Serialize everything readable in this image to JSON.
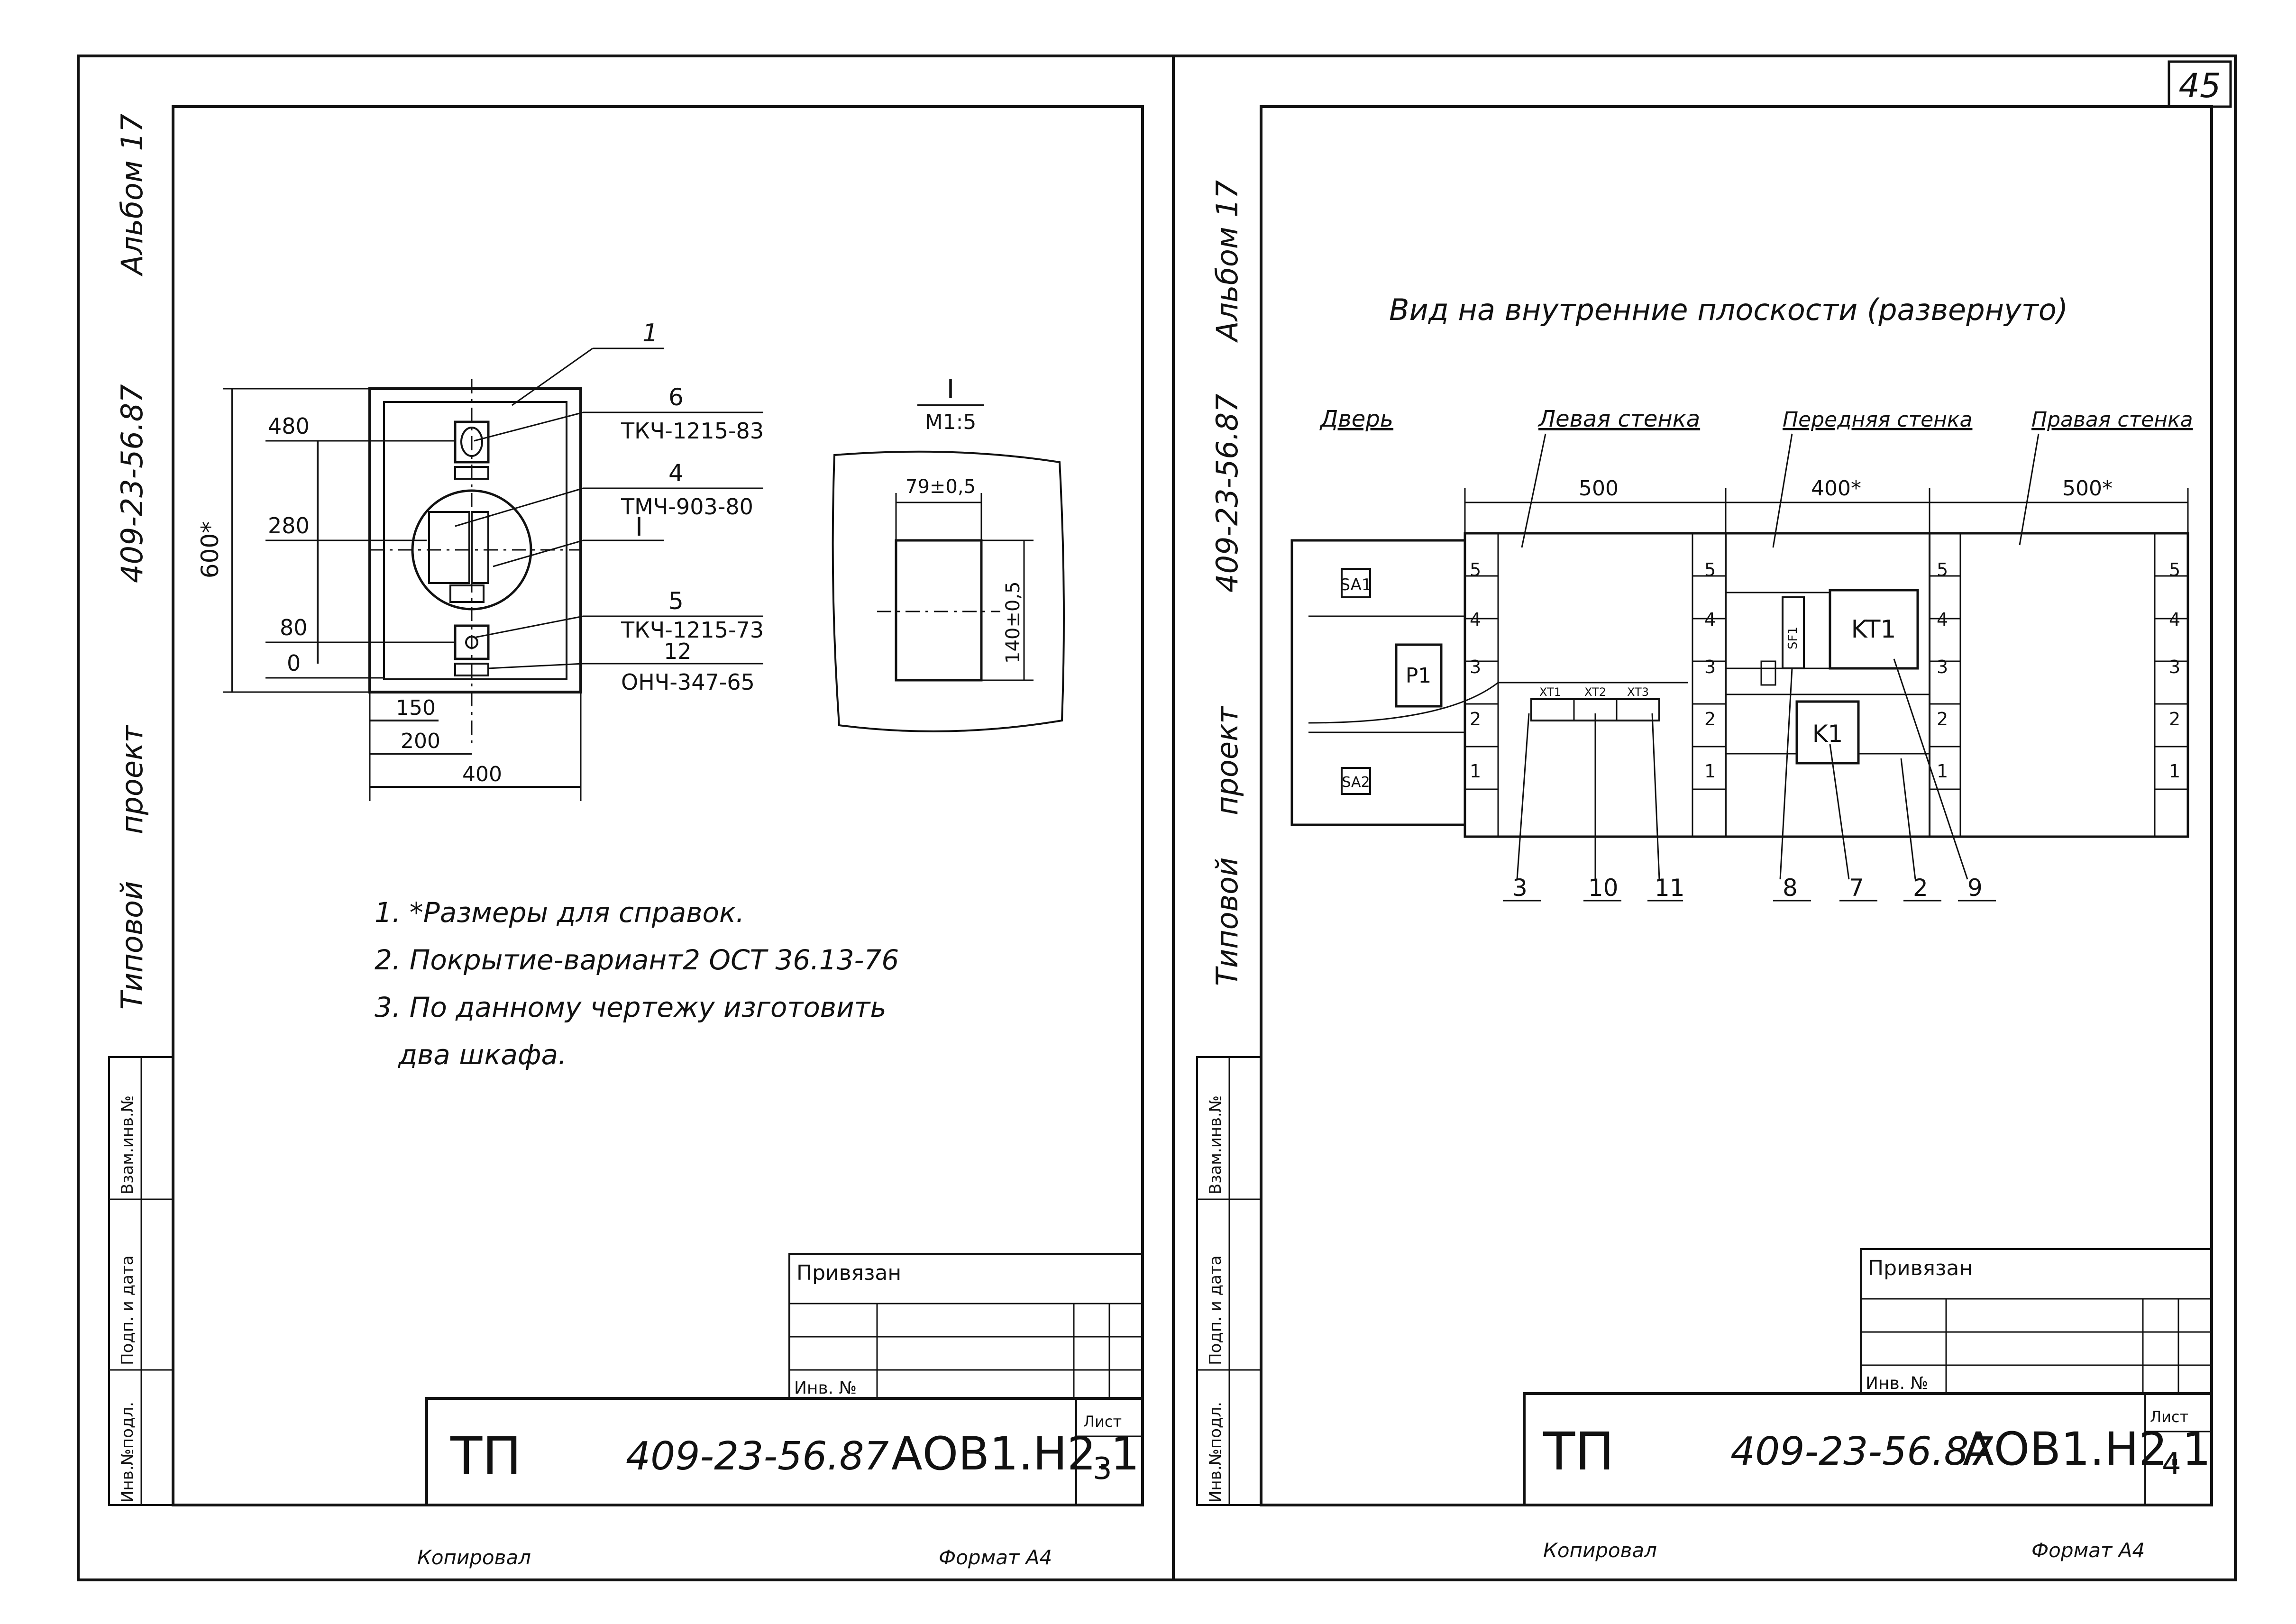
{
  "page_number": "45",
  "left_sheet": {
    "side_stamp": {
      "album": "Альбом 17",
      "code": "409-23-56.87",
      "type1": "Типовой",
      "type2": "проект"
    },
    "side_boxes": [
      "Инв.№подл.",
      "Подп. и дата",
      "Взам.инв.№"
    ],
    "main_view": {
      "dims_vertical": [
        "480",
        "280",
        "80",
        "0"
      ],
      "overall_height": "600*",
      "dims_horizontal": [
        "150",
        "200",
        "400"
      ],
      "callouts": [
        {
          "num": "1",
          "label": ""
        },
        {
          "num": "6",
          "label": "ТКЧ-1215-83"
        },
        {
          "num": "4",
          "label": "ТМЧ-903-80"
        },
        {
          "num": "I",
          "label": ""
        },
        {
          "num": "5",
          "label": "ТКЧ-1215-73"
        },
        {
          "num": "12",
          "label": "ОНЧ-347-65"
        }
      ]
    },
    "detail": {
      "title": "I",
      "scale": "М1:5",
      "width": "79±0,5",
      "height": "140±0,5"
    },
    "notes": [
      "1.  *Размеры для справок.",
      "2.  Покрытие-вариант2  ОСТ 36.13-76",
      "3.  По данному чертежу изготовить",
      "два шкафа."
    ],
    "title_block": {
      "privyazan": "Привязан",
      "inv": "Инв. №",
      "tp": "ТП",
      "code": "409-23-56.87",
      "mark": "АОВ1.Н2.1",
      "list_label": "Лист",
      "list_num": "3"
    },
    "footer": {
      "copied": "Копировал",
      "format": "Формат А4"
    }
  },
  "right_sheet": {
    "side_stamp": {
      "album": "Альбом 17",
      "code": "409-23-56.87",
      "type1": "Типовой",
      "type2": "проект"
    },
    "side_boxes": [
      "Инв.№подл.",
      "Подп. и дата",
      "Взам.инв.№"
    ],
    "title": "Вид на внутренние плоскости (развернуто)",
    "section_labels": [
      "Дверь",
      "Левая стенка",
      "Передняя стенка",
      "Правая стенка"
    ],
    "widths": [
      "500",
      "400*",
      "500*"
    ],
    "devices": [
      "SA1",
      "SA2",
      "P1",
      "KT1",
      "K1",
      "SF1",
      "XT1",
      "XT2",
      "XT3"
    ],
    "rail_ticks": [
      "5",
      "4",
      "3",
      "2",
      "1"
    ],
    "callouts": [
      "3",
      "10",
      "11",
      "8",
      "7",
      "2",
      "9"
    ],
    "title_block": {
      "privyazan": "Привязан",
      "inv": "Инв. №",
      "tp": "ТП",
      "code": "409-23-56.87",
      "mark": "АОВ1.Н2.1",
      "list_label": "Лист",
      "list_num": "4"
    },
    "footer": {
      "copied": "Копировал",
      "format": "Формат А4"
    }
  }
}
